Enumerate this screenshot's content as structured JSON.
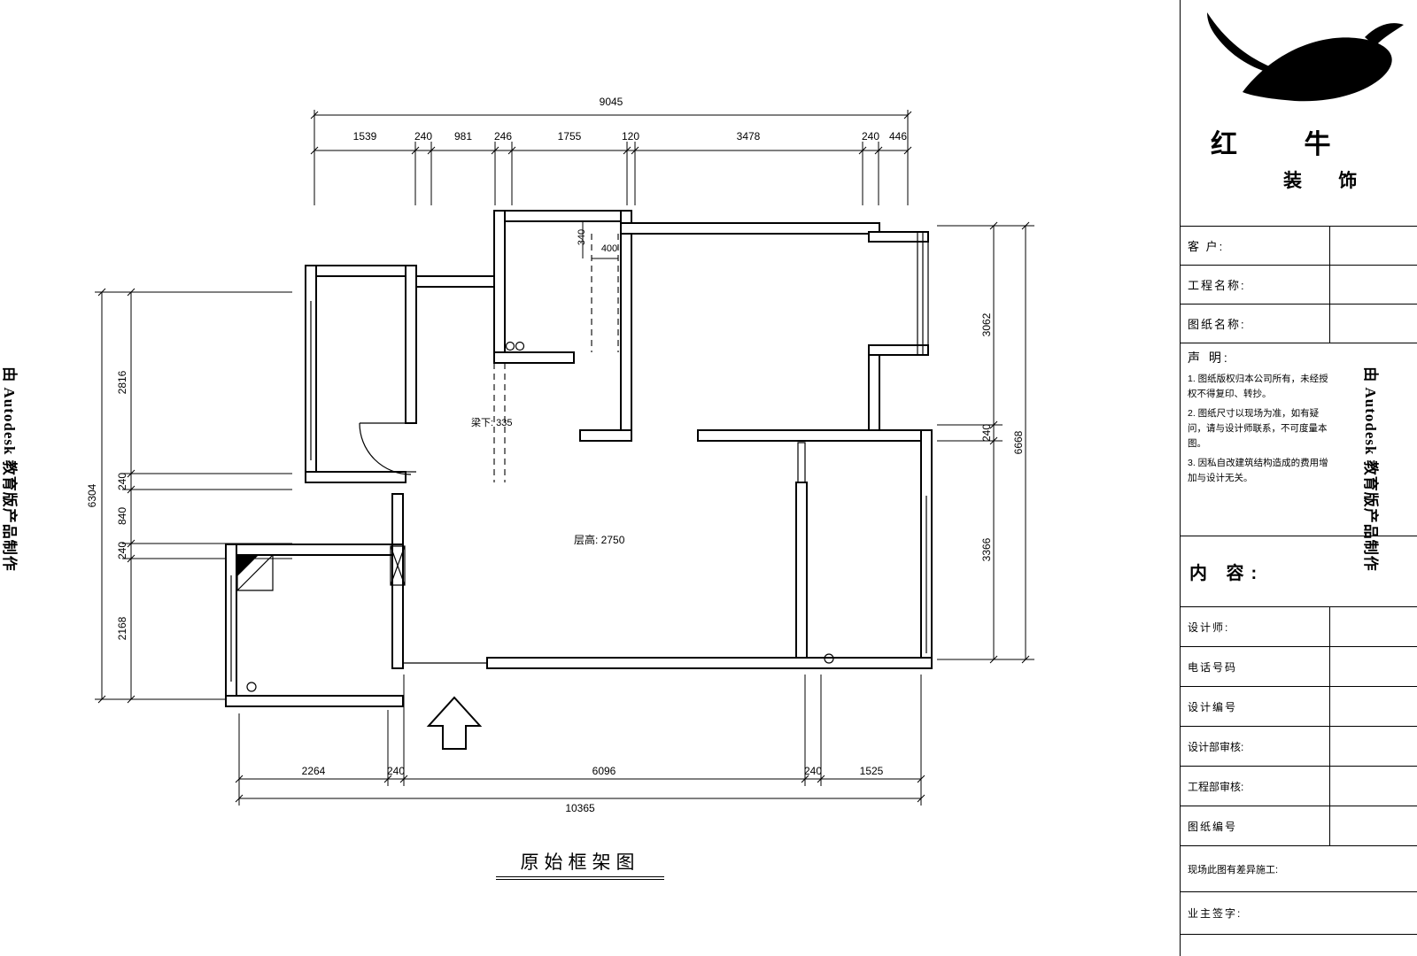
{
  "watermarks": {
    "left": "由 Autodesk 教育版产品制作",
    "right": "由 Autodesk 教育版产品制作"
  },
  "plan": {
    "title": "原始框架图",
    "floor_height": "层高: 2750",
    "beam_note": "梁下: 335",
    "duct_w": "400",
    "duct_h": "340"
  },
  "dims": {
    "top": {
      "total": "9045",
      "seg": [
        "1539",
        "240",
        "981",
        "246",
        "1755",
        "120",
        "3478",
        "240",
        "446"
      ]
    },
    "left": {
      "total": "6304",
      "seg": [
        "2816",
        "240",
        "840",
        "240",
        "2168"
      ]
    },
    "right": {
      "total": "6668",
      "seg": [
        "3062",
        "240",
        "3366"
      ]
    },
    "bottom": {
      "total": "10365",
      "seg": [
        "2264",
        "240",
        "6096",
        "240",
        "1525"
      ]
    }
  },
  "titleblock": {
    "brand_main": "红 牛",
    "brand_sub": "装 饰",
    "labels": {
      "customer": "客 户:",
      "project": "工程名称:",
      "sheet": "图纸名称:",
      "statement": "声 明:",
      "content": "内 容:",
      "designer": "设计师:",
      "phone": "电话号码",
      "design_no": "设计编号",
      "design_review": "设计部审核:",
      "eng_review": "工程部审核:",
      "sheet_no": "图纸编号",
      "site_note": "现场此图有差异施工:",
      "owner_sign": "业主签字:"
    },
    "statements": [
      "1. 图纸版权归本公司所有，未经授权不得复印、转抄。",
      "2. 图纸尺寸以现场为准，如有疑问，请与设计师联系，不可度量本图。",
      "3. 因私自改建筑结构造成的费用增加与设计无关。"
    ]
  }
}
